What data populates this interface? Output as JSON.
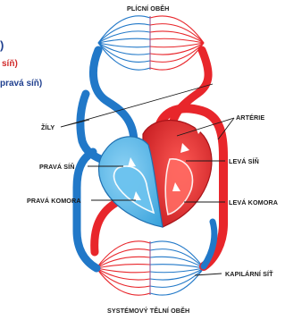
{
  "labels": {
    "pulmonary_circulation": "PLÍCNÍ OBĚH",
    "systemic_circulation": "SYSTÉMOVÝ TĚLNÍ OBĚH",
    "veins": "ŽÍLY",
    "arteries": "ARTÉRIE",
    "right_atrium": "PRAVÁ SÍŇ",
    "left_atrium": "LEVÁ SÍŇ",
    "right_ventricle": "PRAVÁ KOMORA",
    "left_ventricle": "LEVÁ KOMORA",
    "capillaries": "KAPILÁRNÍ SÍŤ"
  },
  "overlay_fragments": {
    "line1": ")",
    "line2": "síň)",
    "line3": "pravá síň)"
  },
  "colors": {
    "oxygenated": "#e8262b",
    "deoxygenated": "#2178c8",
    "overlay_red": "#d12a2a",
    "overlay_navy": "#1f3f8f"
  }
}
